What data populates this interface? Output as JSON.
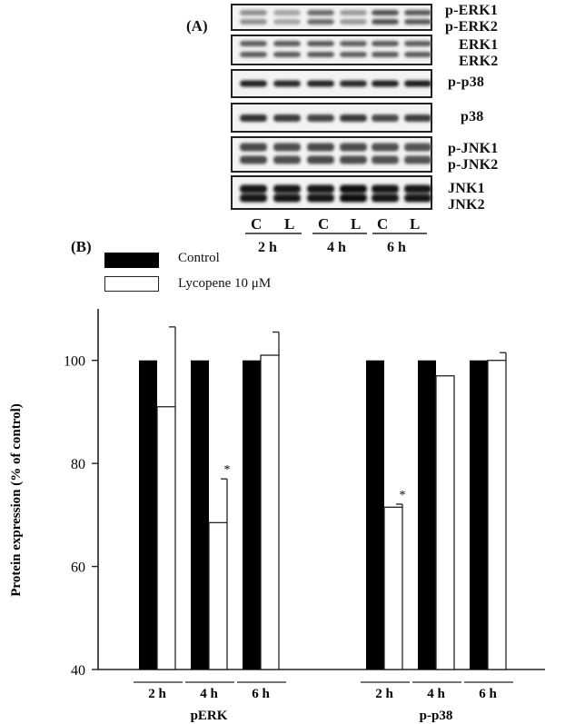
{
  "panel_a": {
    "label": "(A)",
    "lanes": [
      "C",
      "L",
      "C",
      "L",
      "C",
      "L"
    ],
    "times": [
      "2 h",
      "4 h",
      "6 h"
    ],
    "blots": [
      {
        "lines": [
          "p-ERK1",
          "p-ERK2"
        ]
      },
      {
        "lines": [
          "ERK1",
          "ERK2"
        ]
      },
      {
        "lines": [
          "p-p38"
        ]
      },
      {
        "lines": [
          "p38"
        ]
      },
      {
        "lines": [
          "p-JNK1",
          "p-JNK2"
        ]
      },
      {
        "lines": [
          "JNK1",
          "JNK2"
        ]
      }
    ]
  },
  "panel_b": {
    "label": "(B)"
  },
  "colors": {
    "control": "#000000",
    "lycopene": "#ffffff",
    "axis": "#222222"
  },
  "chart_data": {
    "type": "bar",
    "title": "",
    "xlabel": "",
    "ylabel": "Protein expression (% of control)",
    "ylim": [
      40,
      110
    ],
    "yticks": [
      40,
      60,
      80,
      100
    ],
    "legend": {
      "position": "top-left"
    },
    "groups": [
      {
        "name": "pERK",
        "categories": [
          "2 h",
          "4 h",
          "6 h"
        ]
      },
      {
        "name": "p-p38",
        "categories": [
          "2 h",
          "4 h",
          "6 h"
        ]
      }
    ],
    "series": [
      {
        "name": "Control",
        "values": [
          [
            100,
            100,
            100
          ],
          [
            100,
            100,
            100
          ]
        ]
      },
      {
        "name": "Lycopene 10 μM",
        "values": [
          [
            91,
            68.5,
            101
          ],
          [
            71.5,
            97,
            100
          ]
        ],
        "errors": [
          [
            15.5,
            8.5,
            4.5
          ],
          [
            0.6,
            0,
            1.5
          ]
        ]
      }
    ],
    "annotations": [
      {
        "group": "pERK",
        "category": "4 h",
        "text": "*"
      },
      {
        "group": "p-p38",
        "category": "2 h",
        "text": "*"
      }
    ]
  }
}
